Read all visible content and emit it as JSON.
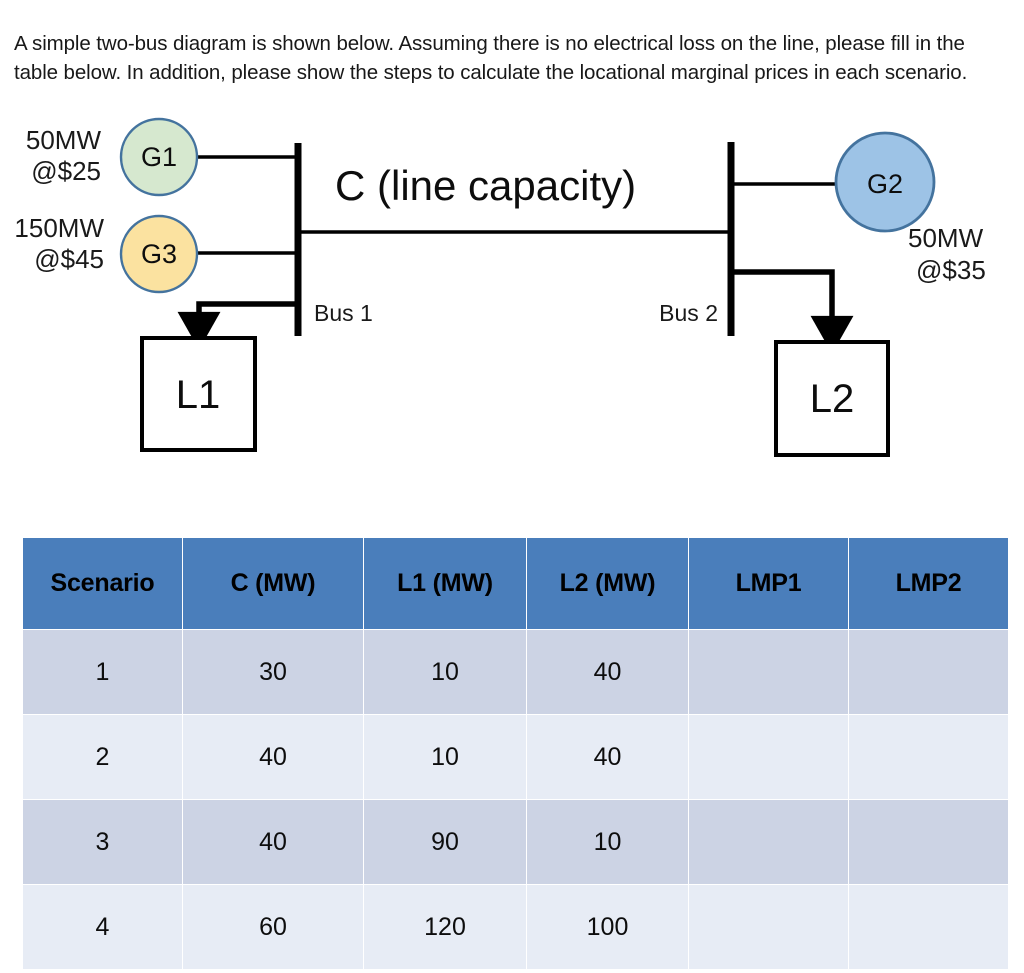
{
  "prompt": {
    "text": "A simple two-bus diagram is shown below. Assuming there is no electrical loss on the line, please fill in the table below. In addition, please show the steps to calculate the locational marginal prices in each scenario."
  },
  "diagram": {
    "line_capacity_label": "C (line capacity)",
    "bus1_label": "Bus 1",
    "bus2_label": "Bus 2",
    "generators": [
      {
        "id": "G1",
        "label": "G1",
        "capacity": "50MW",
        "price": "@$25",
        "color": "#d6e8cf",
        "stroke": "#44739e"
      },
      {
        "id": "G3",
        "label": "G3",
        "capacity": "150MW",
        "price": "@$45",
        "color": "#fbe2a0",
        "stroke": "#44739e"
      },
      {
        "id": "G2",
        "label": "G2",
        "capacity": "50MW",
        "price": "@$35",
        "color": "#9dc3e6",
        "stroke": "#44739e"
      }
    ],
    "loads": [
      {
        "id": "L1",
        "label": "L1"
      },
      {
        "id": "L2",
        "label": "L2"
      }
    ]
  },
  "table": {
    "headers": [
      "Scenario",
      "C (MW)",
      "L1 (MW)",
      "L2 (MW)",
      "LMP1",
      "LMP2"
    ],
    "rows": [
      {
        "scenario": "1",
        "c": "30",
        "l1": "10",
        "l2": "40",
        "lmp1": "",
        "lmp2": ""
      },
      {
        "scenario": "2",
        "c": "40",
        "l1": "10",
        "l2": "40",
        "lmp1": "",
        "lmp2": ""
      },
      {
        "scenario": "3",
        "c": "40",
        "l1": "90",
        "l2": "10",
        "lmp1": "",
        "lmp2": ""
      },
      {
        "scenario": "4",
        "c": "60",
        "l1": "120",
        "l2": "100",
        "lmp1": "",
        "lmp2": ""
      }
    ],
    "header_color": "#4a7ebb",
    "row_odd_color": "#ccd3e4",
    "row_even_color": "#e7ecf5"
  }
}
